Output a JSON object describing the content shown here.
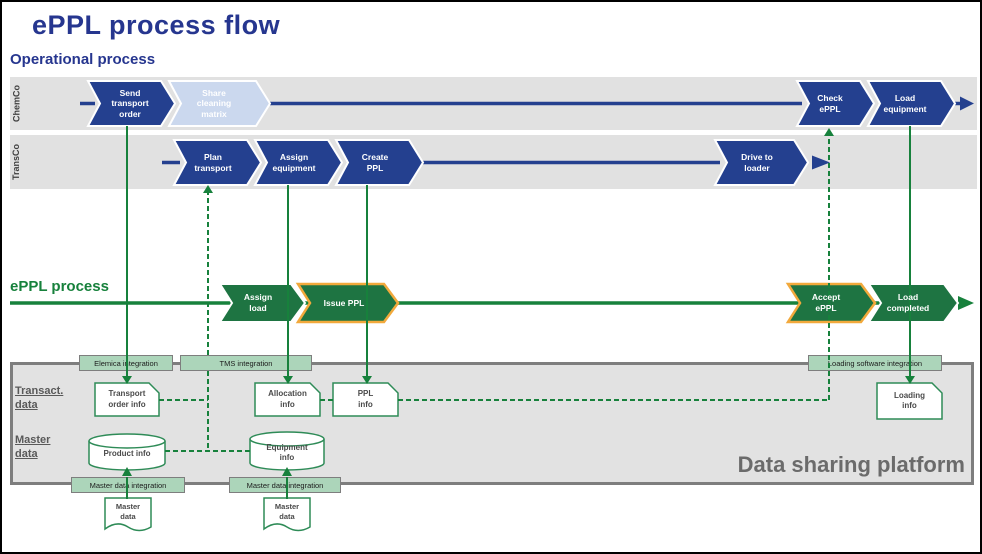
{
  "title": "ePPL process flow",
  "headers": {
    "operational": "Operational process",
    "eppl": "ePPL process",
    "platform": "Data sharing platform"
  },
  "lanes": {
    "chemco": {
      "label": "ChemCo",
      "steps": [
        {
          "label": "Send\ntransport\norder"
        },
        {
          "label": "Share\ncleaning\nmatrix"
        },
        {
          "label": "Check\nePPL"
        },
        {
          "label": "Load\nequipment"
        }
      ]
    },
    "transco": {
      "label": "TransCo",
      "steps": [
        {
          "label": "Plan\ntransport"
        },
        {
          "label": "Assign\nequipment"
        },
        {
          "label": "Create\nPPL"
        },
        {
          "label": "Drive to\nloader"
        }
      ]
    }
  },
  "eppl": {
    "steps": [
      {
        "label": "Assign\nload"
      },
      {
        "label": "Issue PPL"
      },
      {
        "label": "Accept\nePPL"
      },
      {
        "label": "Load\ncompleted"
      }
    ]
  },
  "platform": {
    "section_transact": "Transact.\ndata",
    "section_master": "Master\ndata",
    "integrations": {
      "elemica": "Elemica integration",
      "tms": "TMS integration",
      "loading": "Loading software integration",
      "master1": "Master data integration",
      "master2": "Master data integration"
    },
    "info_boxes": {
      "transport": "Transport\norder info",
      "allocation": "Allocation\ninfo",
      "ppl": "PPL\ninfo",
      "loading": "Loading\ninfo"
    },
    "databases": {
      "product": "Product info",
      "equipment": "Equipment\ninfo"
    },
    "documents": {
      "master1": "Master\ndata",
      "master2": "Master\ndata"
    }
  },
  "colors": {
    "blue": "#24408f",
    "light_blue": "#cbd8ee",
    "green_line": "#17813c",
    "chevron_green": "#1e7442",
    "orange": "#f2a93c",
    "badge_green": "#acd5ba",
    "platform_bg": "#e2e2e2",
    "lane_bg": "#e1e1e1",
    "gray_text": "#595959"
  }
}
